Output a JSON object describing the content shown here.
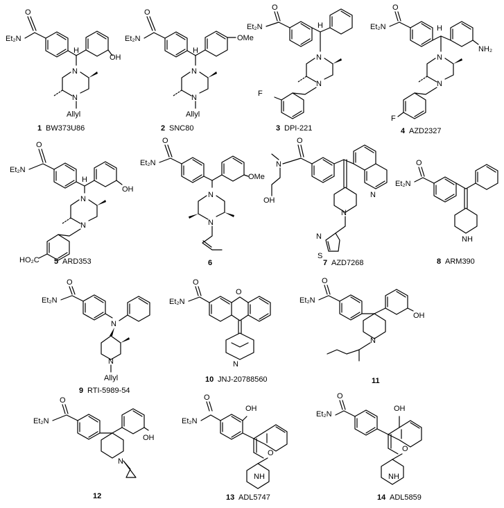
{
  "atom_labels": {
    "et2n": "Et₂N",
    "oxygen": "O",
    "hydroxyl": "OH",
    "methoxy": "OMe",
    "amino": "NH₂",
    "nitrogen": "N",
    "amine_h": "N\nH",
    "allyl": "Allyl",
    "hydrogen": "H",
    "fluorine": "F",
    "carboxyl": "HO₂C",
    "sulfur": "S",
    "nh": "NH"
  },
  "compounds": [
    {
      "number": "1",
      "name": "BW373U86"
    },
    {
      "number": "2",
      "name": "SNC80"
    },
    {
      "number": "3",
      "name": "DPI-221"
    },
    {
      "number": "4",
      "name": "AZD2327"
    },
    {
      "number": "5",
      "name": "ARD353"
    },
    {
      "number": "6",
      "name": ""
    },
    {
      "number": "7",
      "name": "AZD7268"
    },
    {
      "number": "8",
      "name": "ARM390"
    },
    {
      "number": "9",
      "name": "RTI-5989-54"
    },
    {
      "number": "10",
      "name": "JNJ-20788560"
    },
    {
      "number": "11",
      "name": ""
    },
    {
      "number": "12",
      "name": ""
    },
    {
      "number": "13",
      "name": "ADL5747"
    },
    {
      "number": "14",
      "name": "ADL5859"
    }
  ]
}
